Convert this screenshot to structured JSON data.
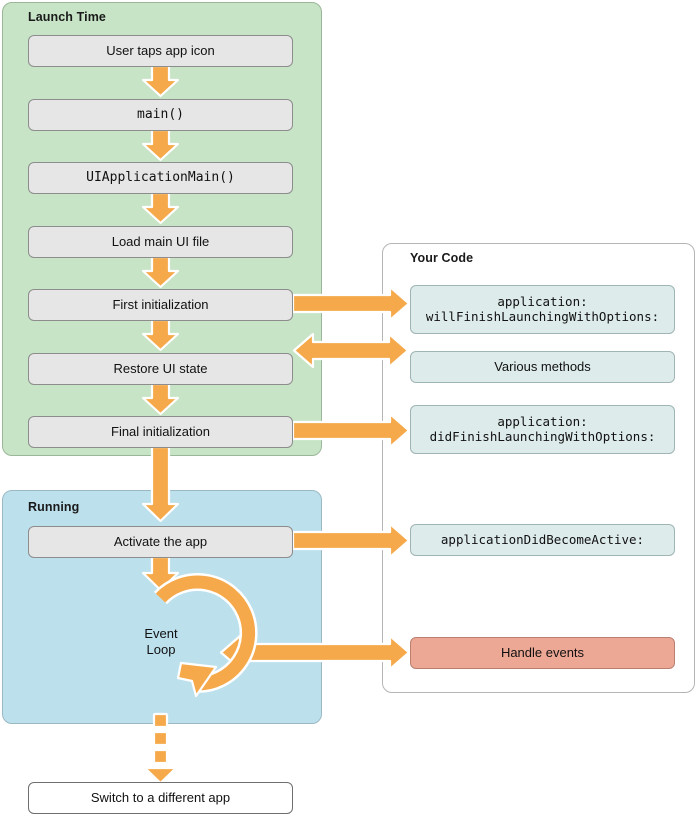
{
  "regions": {
    "launch": {
      "title": "Launch Time",
      "color": "#c7e4c6"
    },
    "running": {
      "title": "Running",
      "color": "#bde0ed"
    },
    "your_code": {
      "title": "Your Code",
      "color": "#ffffff"
    }
  },
  "launch_steps": [
    {
      "label": "User taps app icon",
      "mono": false
    },
    {
      "label": "main()",
      "mono": true
    },
    {
      "label": "UIApplicationMain()",
      "mono": true
    },
    {
      "label": "Load main UI file",
      "mono": false
    },
    {
      "label": "First initialization",
      "mono": false
    },
    {
      "label": "Restore UI state",
      "mono": false
    },
    {
      "label": "Final initialization",
      "mono": false
    }
  ],
  "running_steps": [
    {
      "label": "Activate the app",
      "mono": false
    }
  ],
  "event_loop": {
    "line1": "Event",
    "line2": "Loop"
  },
  "exit_step": {
    "label": "Switch to a different app"
  },
  "code_items": [
    {
      "label": "application:\nwillFinishLaunchingWithOptions:",
      "style": "code"
    },
    {
      "label": "Various methods",
      "style": "plain"
    },
    {
      "label": "application:\ndidFinishLaunchingWithOptions:",
      "style": "code"
    },
    {
      "label": "applicationDidBecomeActive:",
      "style": "code"
    },
    {
      "label": "Handle events",
      "style": "salmon"
    }
  ],
  "connections": [
    {
      "from": "First initialization",
      "to": "application:willFinishLaunchingWithOptions:",
      "direction": "right"
    },
    {
      "from": "Restore UI state",
      "to": "Various methods",
      "direction": "both"
    },
    {
      "from": "Final initialization",
      "to": "application:didFinishLaunchingWithOptions:",
      "direction": "right"
    },
    {
      "from": "Activate the app",
      "to": "applicationDidBecomeActive:",
      "direction": "right"
    },
    {
      "from": "Handle events",
      "to": "Event Loop",
      "direction": "both"
    },
    {
      "from": "Event Loop",
      "to": "Switch to a different app",
      "direction": "down-dashed"
    }
  ],
  "colors": {
    "arrow": "#f5a94a",
    "launch_bg": "#c7e4c6",
    "running_bg": "#bde0ed",
    "step_box": "#e6e6e6",
    "code_box": "#deebeb",
    "event_box": "#eda795"
  }
}
